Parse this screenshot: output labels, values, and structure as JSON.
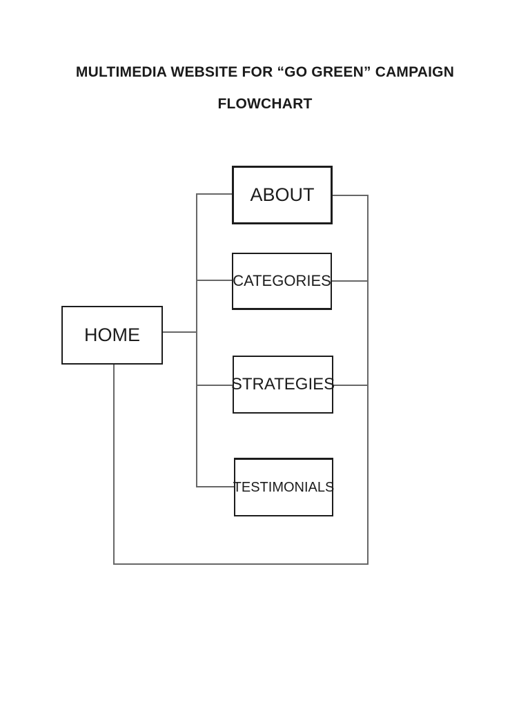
{
  "page": {
    "title_line1": "MULTIMEDIA WEBSITE FOR “GO GREEN” CAMPAIGN",
    "title_line2": "FLOWCHART"
  },
  "flowchart": {
    "nodes": [
      {
        "id": "home",
        "label": "HOME"
      },
      {
        "id": "about",
        "label": "ABOUT"
      },
      {
        "id": "categories",
        "label": "CATEGORIES"
      },
      {
        "id": "strategies",
        "label": "STRATEGIES"
      },
      {
        "id": "testimonials",
        "label": "TESTIMONIALS"
      }
    ],
    "connections": [
      {
        "from": "HOME",
        "to": "ABOUT"
      },
      {
        "from": "HOME",
        "to": "CATEGORIES"
      },
      {
        "from": "HOME",
        "to": "STRATEGIES"
      },
      {
        "from": "HOME",
        "to": "TESTIMONIALS"
      },
      {
        "from": "ABOUT",
        "to": "HOME",
        "via": "right return loop"
      },
      {
        "from": "CATEGORIES",
        "to": "HOME",
        "via": "right return loop"
      },
      {
        "from": "STRATEGIES",
        "to": "HOME",
        "via": "right return loop"
      }
    ]
  },
  "colors": {
    "background": "#ffffff",
    "text": "#1a1a1a",
    "node_border": "#1c1c1c",
    "connector": "#666666"
  }
}
